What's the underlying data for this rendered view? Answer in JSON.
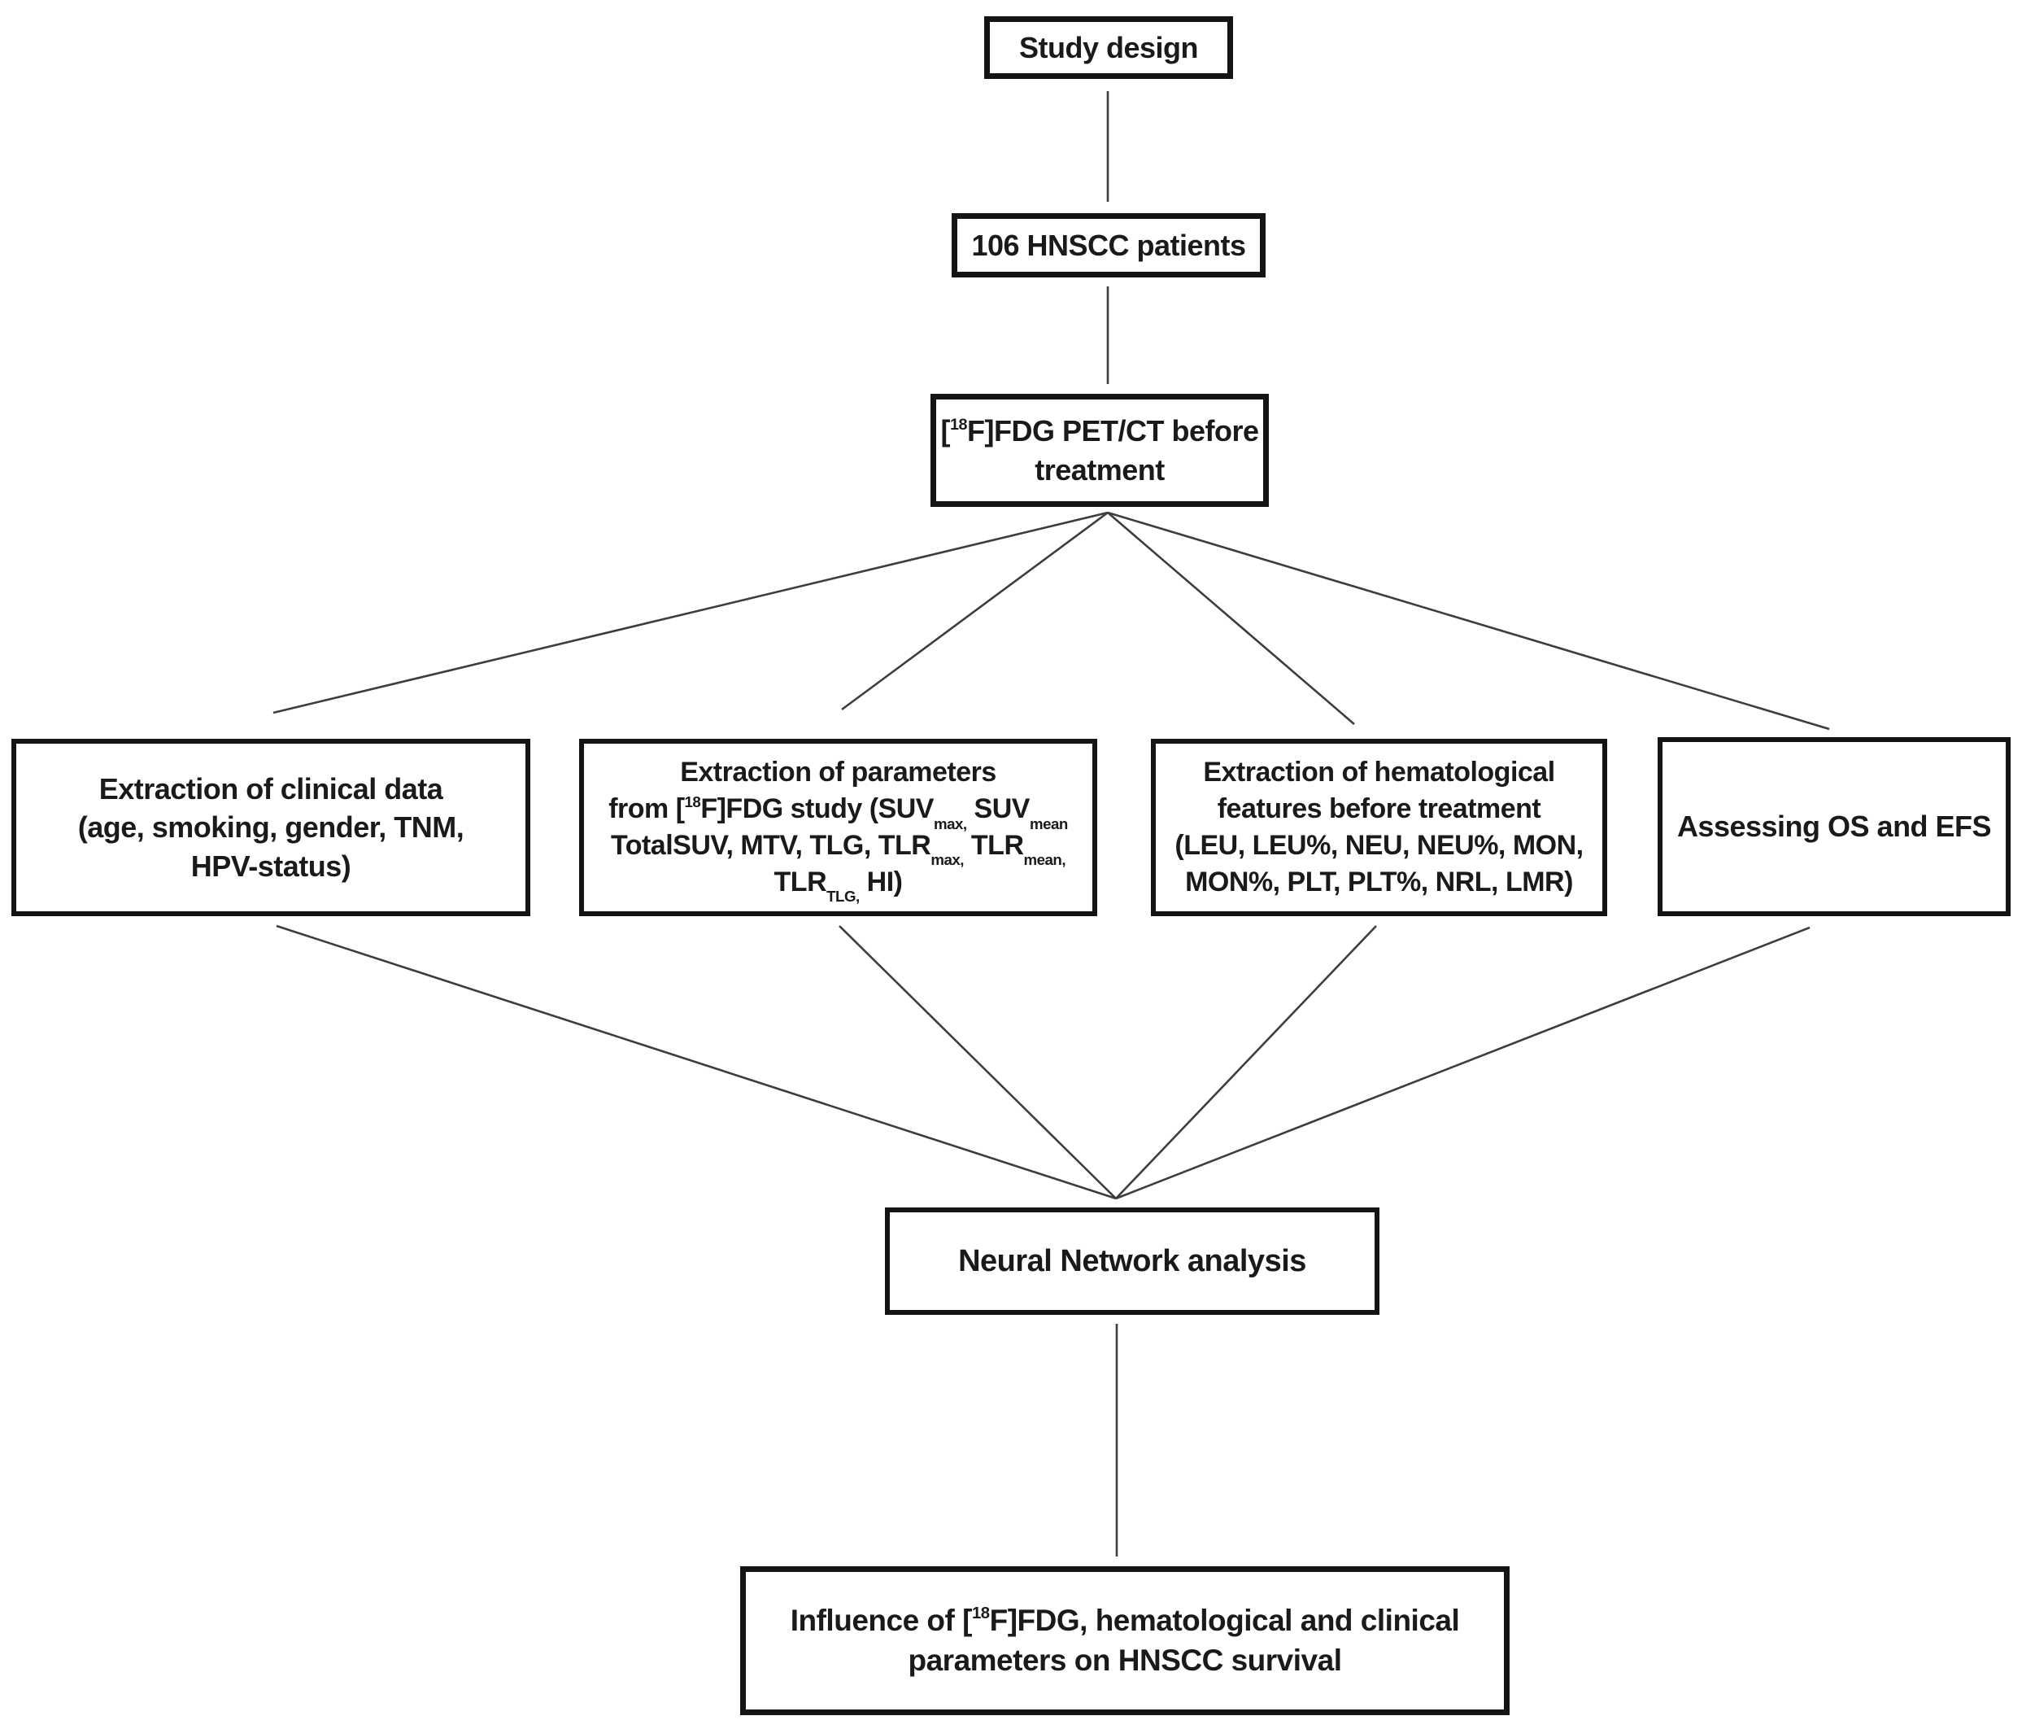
{
  "diagram": {
    "title": "Study design flowchart",
    "colors": {
      "background": "#ffffff",
      "box_border": "#141414",
      "connector_line": "#3d3d3d",
      "text": "#1a1a1a"
    },
    "nodes": {
      "study_design": {
        "lines": [
          [
            {
              "t": "Study design"
            }
          ]
        ]
      },
      "patients": {
        "lines": [
          [
            {
              "t": "106 HNSCC patients"
            }
          ]
        ]
      },
      "pet_ct": {
        "lines": [
          [
            {
              "t": "["
            },
            {
              "sup": "18"
            },
            {
              "t": "F]FDG PET/CT before"
            }
          ],
          [
            {
              "t": "treatment"
            }
          ]
        ]
      },
      "clinical": {
        "lines": [
          [
            {
              "t": "Extraction of clinical data"
            }
          ],
          [
            {
              "t": "(age, smoking, gender, TNM,"
            }
          ],
          [
            {
              "t": "HPV-status)"
            }
          ]
        ]
      },
      "parameters": {
        "lines": [
          [
            {
              "t": "Extraction of parameters"
            }
          ],
          [
            {
              "t": "from ["
            },
            {
              "sup": "18"
            },
            {
              "t": "F]FDG study (SUV"
            },
            {
              "sub": "max,"
            },
            {
              "t": " SUV"
            },
            {
              "sub": "mean"
            }
          ],
          [
            {
              "t": "TotalSUV, MTV, TLG, TLR"
            },
            {
              "sub": "max,"
            },
            {
              "t": " TLR"
            },
            {
              "sub": "mean,"
            }
          ],
          [
            {
              "t": "TLR"
            },
            {
              "sub": "TLG,"
            },
            {
              "t": " HI)"
            }
          ]
        ]
      },
      "hematological": {
        "lines": [
          [
            {
              "t": "Extraction of hematological"
            }
          ],
          [
            {
              "t": "features before treatment"
            }
          ],
          [
            {
              "t": "(LEU, LEU%, NEU, NEU%, MON,"
            }
          ],
          [
            {
              "t": "MON%, PLT, PLT%, NRL, LMR)"
            }
          ]
        ]
      },
      "assessing": {
        "lines": [
          [
            {
              "t": "Assessing OS and EFS"
            }
          ]
        ]
      },
      "neural": {
        "lines": [
          [
            {
              "t": "Neural Network analysis"
            }
          ]
        ]
      },
      "influence": {
        "lines": [
          [
            {
              "t": "Influence of ["
            },
            {
              "sup": "18"
            },
            {
              "t": "F]FDG, hematological and clinical"
            }
          ],
          [
            {
              "t": "parameters on HNSCC survival"
            }
          ]
        ]
      }
    },
    "edges": [
      {
        "from": "study_design",
        "to": "patients"
      },
      {
        "from": "patients",
        "to": "pet_ct"
      },
      {
        "from": "pet_ct",
        "to": "clinical"
      },
      {
        "from": "pet_ct",
        "to": "parameters"
      },
      {
        "from": "pet_ct",
        "to": "hematological"
      },
      {
        "from": "pet_ct",
        "to": "assessing"
      },
      {
        "from": "clinical",
        "to": "neural"
      },
      {
        "from": "parameters",
        "to": "neural"
      },
      {
        "from": "hematological",
        "to": "neural"
      },
      {
        "from": "assessing",
        "to": "neural"
      },
      {
        "from": "neural",
        "to": "influence"
      }
    ]
  }
}
